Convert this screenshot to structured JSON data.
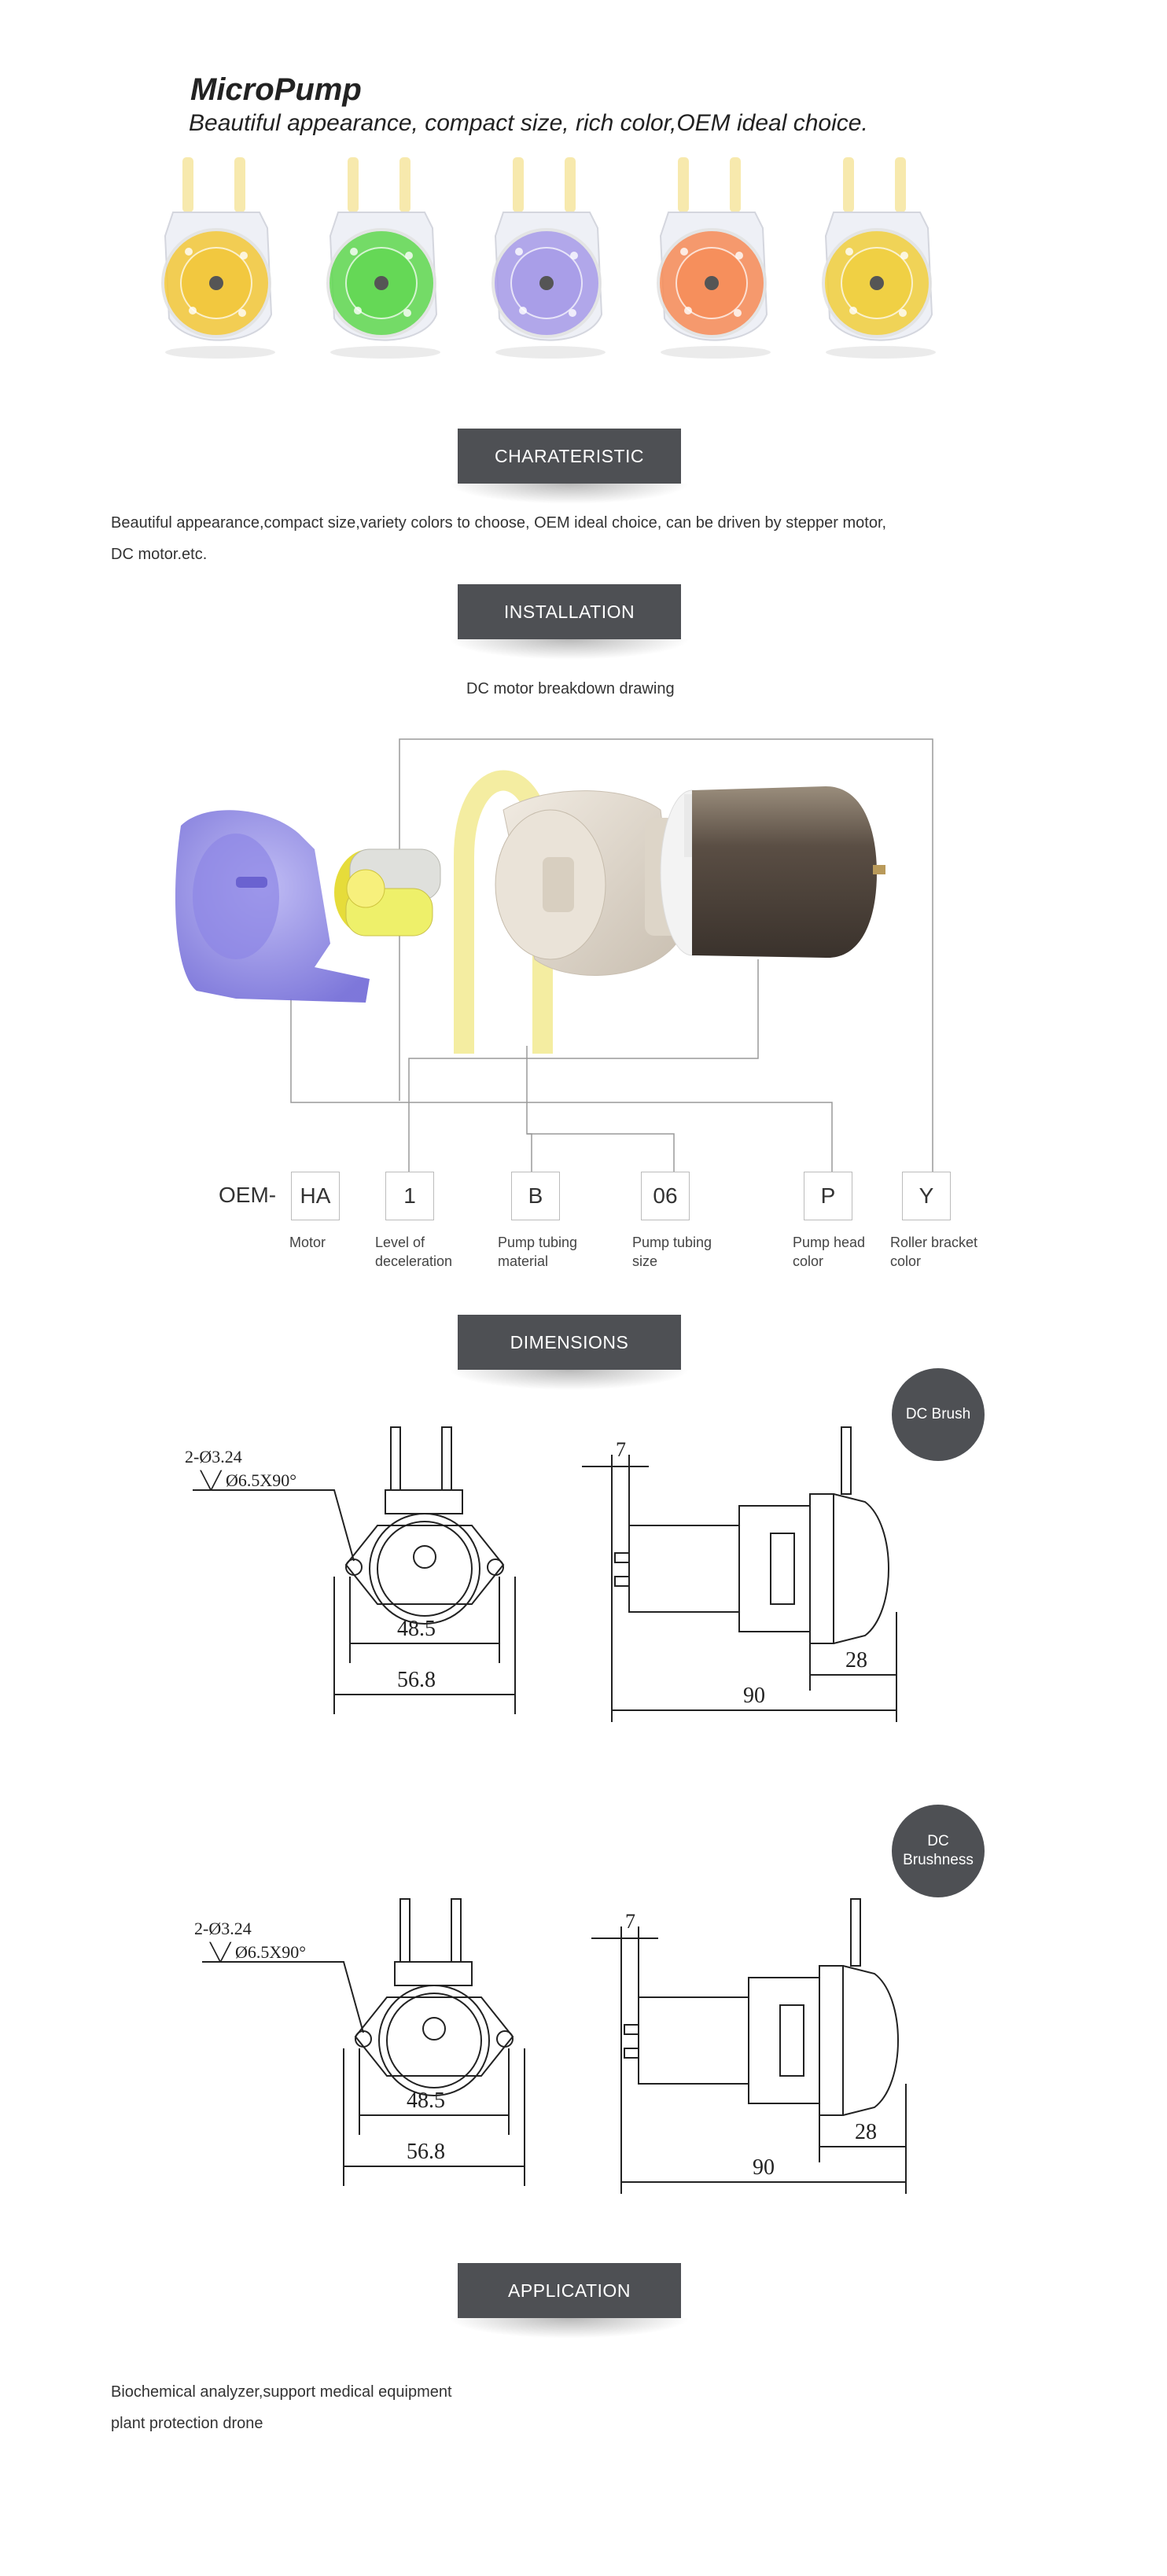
{
  "header": {
    "title": "MicroPump",
    "subtitle": "Beautiful appearance, compact size, rich color,OEM ideal choice."
  },
  "pumps": [
    {
      "color": "#f3c737"
    },
    {
      "color": "#5fd84f"
    },
    {
      "color": "#a79be8"
    },
    {
      "color": "#f78b56"
    },
    {
      "color": "#f1cf3c"
    }
  ],
  "sections": {
    "characteristic": "CHARATERISTIC",
    "installation": "INSTALLATION",
    "dimensions": "DIMENSIONS",
    "application": "APPLICATION"
  },
  "characteristic_text": {
    "line1": "Beautiful appearance,compact size,variety colors to choose, OEM ideal choice, can be driven by  stepper motor,",
    "line2": "DC motor.etc."
  },
  "installation": {
    "caption": "DC motor breakdown drawing",
    "oem_prefix": "OEM-",
    "codes": [
      {
        "value": "HA",
        "label": "Motor"
      },
      {
        "value": "1",
        "label": "Level of deceleration"
      },
      {
        "value": "B",
        "label": "Pump tubing material"
      },
      {
        "value": "06",
        "label": "Pump tubing size"
      },
      {
        "value": "P",
        "label": "Pump head color"
      },
      {
        "value": "Y",
        "label": "Roller bracket color"
      }
    ]
  },
  "dimensions": {
    "brush": {
      "badge": "DC Brush",
      "hole_spec": "2-Ø3.24",
      "chamfer_spec": "Ø6.5X90°",
      "width_inner": "48.5",
      "width_outer": "56.8",
      "flange": "7",
      "head_depth": "28",
      "total_length": "90"
    },
    "brushless": {
      "badge": "DC Brushness",
      "hole_spec": "2-Ø3.24",
      "chamfer_spec": "Ø6.5X90°",
      "width_inner": "48.5",
      "width_outer": "56.8",
      "flange": "7",
      "head_depth": "28",
      "total_length": "90"
    }
  },
  "application_text": {
    "line1": "Biochemical analyzer,support medical equipment",
    "line2": "plant protection drone"
  }
}
